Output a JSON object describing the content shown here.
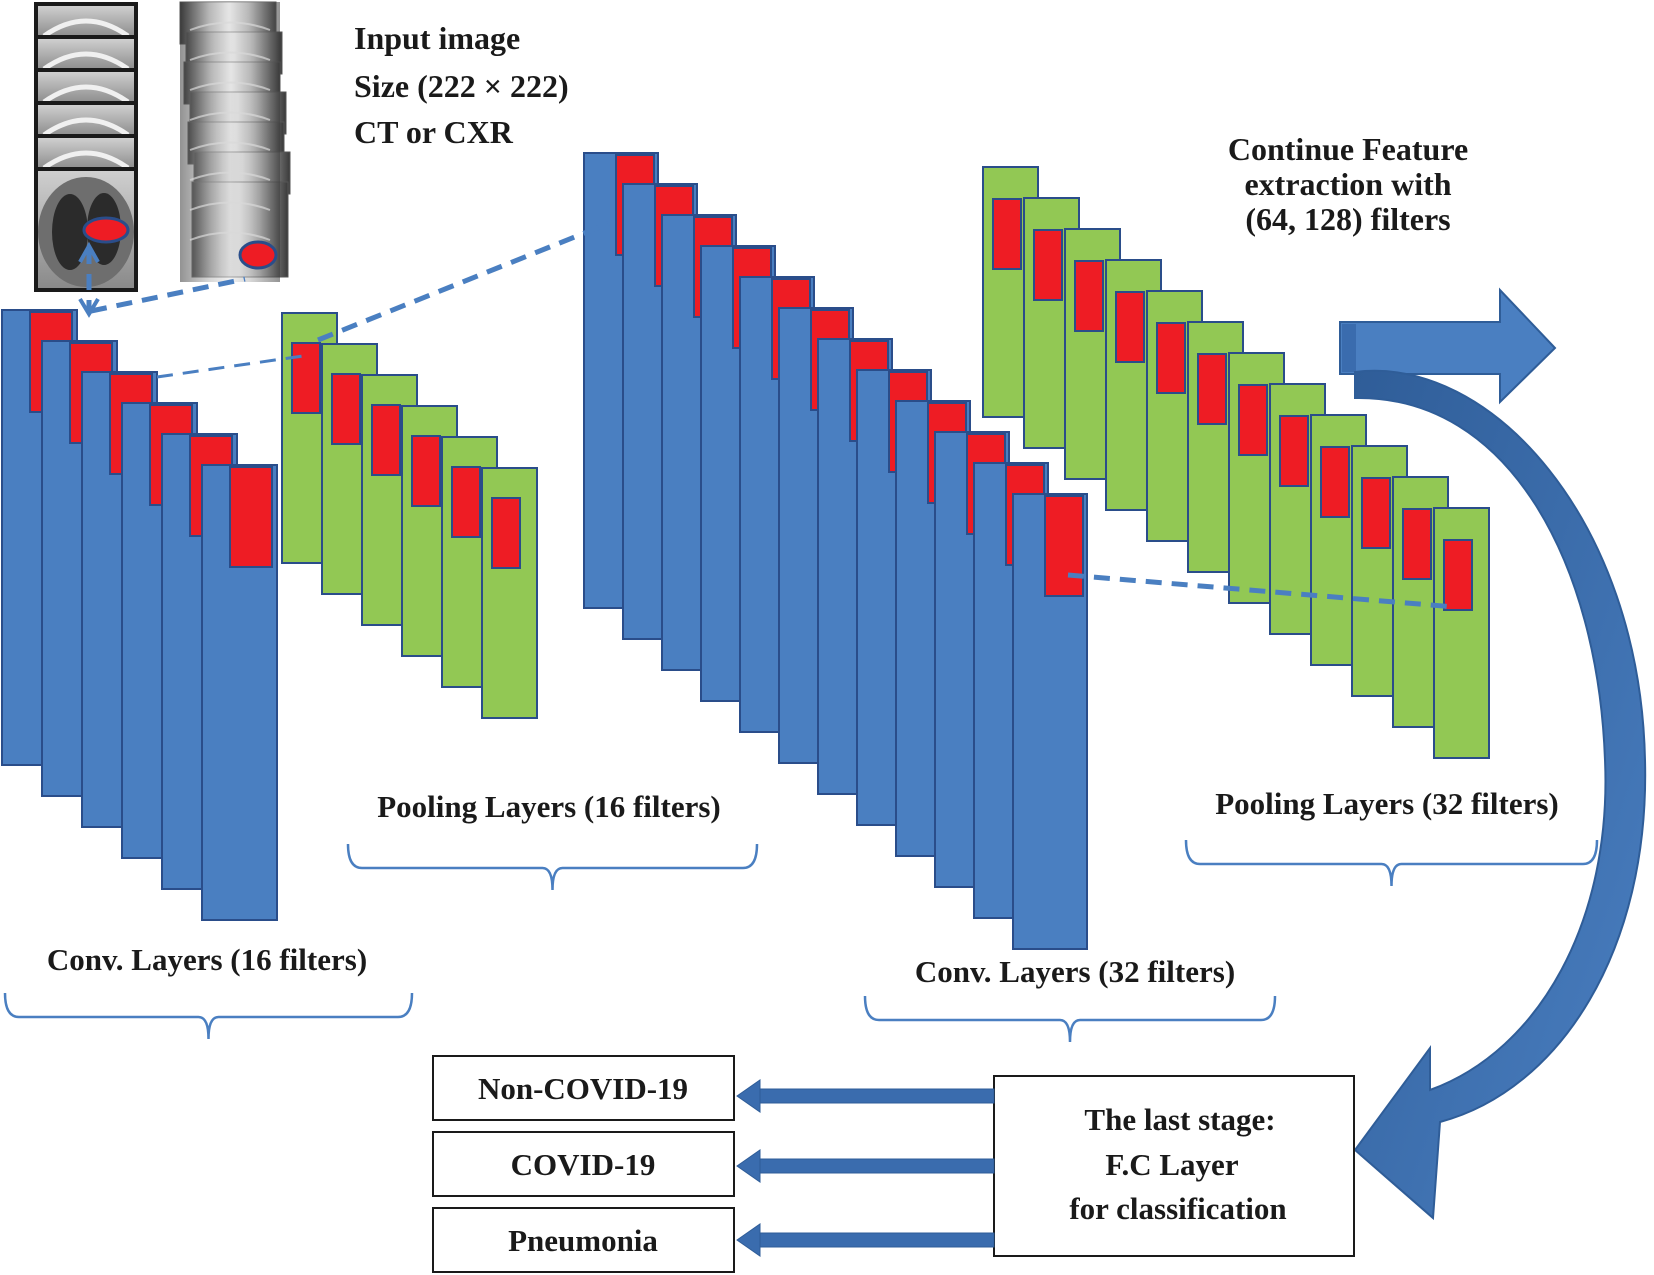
{
  "input": {
    "line1": "Input image",
    "line2": "Size (222 × 222)",
    "line3": "CT or CXR"
  },
  "continue_note": {
    "line1": "Continue Feature",
    "line2": "extraction with",
    "line3": "(64, 128) filters"
  },
  "labels": {
    "conv16": "Conv.  Layers (16 filters)",
    "pool16": "Pooling Layers (16 filters)",
    "conv32": "Conv.  Layers (32 filters)",
    "pool32": "Pooling Layers (32 filters)"
  },
  "outputs": [
    "Non-COVID-19",
    "COVID-19",
    "Pneumonia"
  ],
  "fc": {
    "line1": "The last stage:",
    "line2": "F.C Layer",
    "line3": "for classification"
  },
  "colors": {
    "conv": "#4a7fc1",
    "pool": "#92c854",
    "kernel": "#ee1c24",
    "outline": "#2a4d8a",
    "dash": "#4a7fc1",
    "bracket": "#4a7fc1"
  }
}
